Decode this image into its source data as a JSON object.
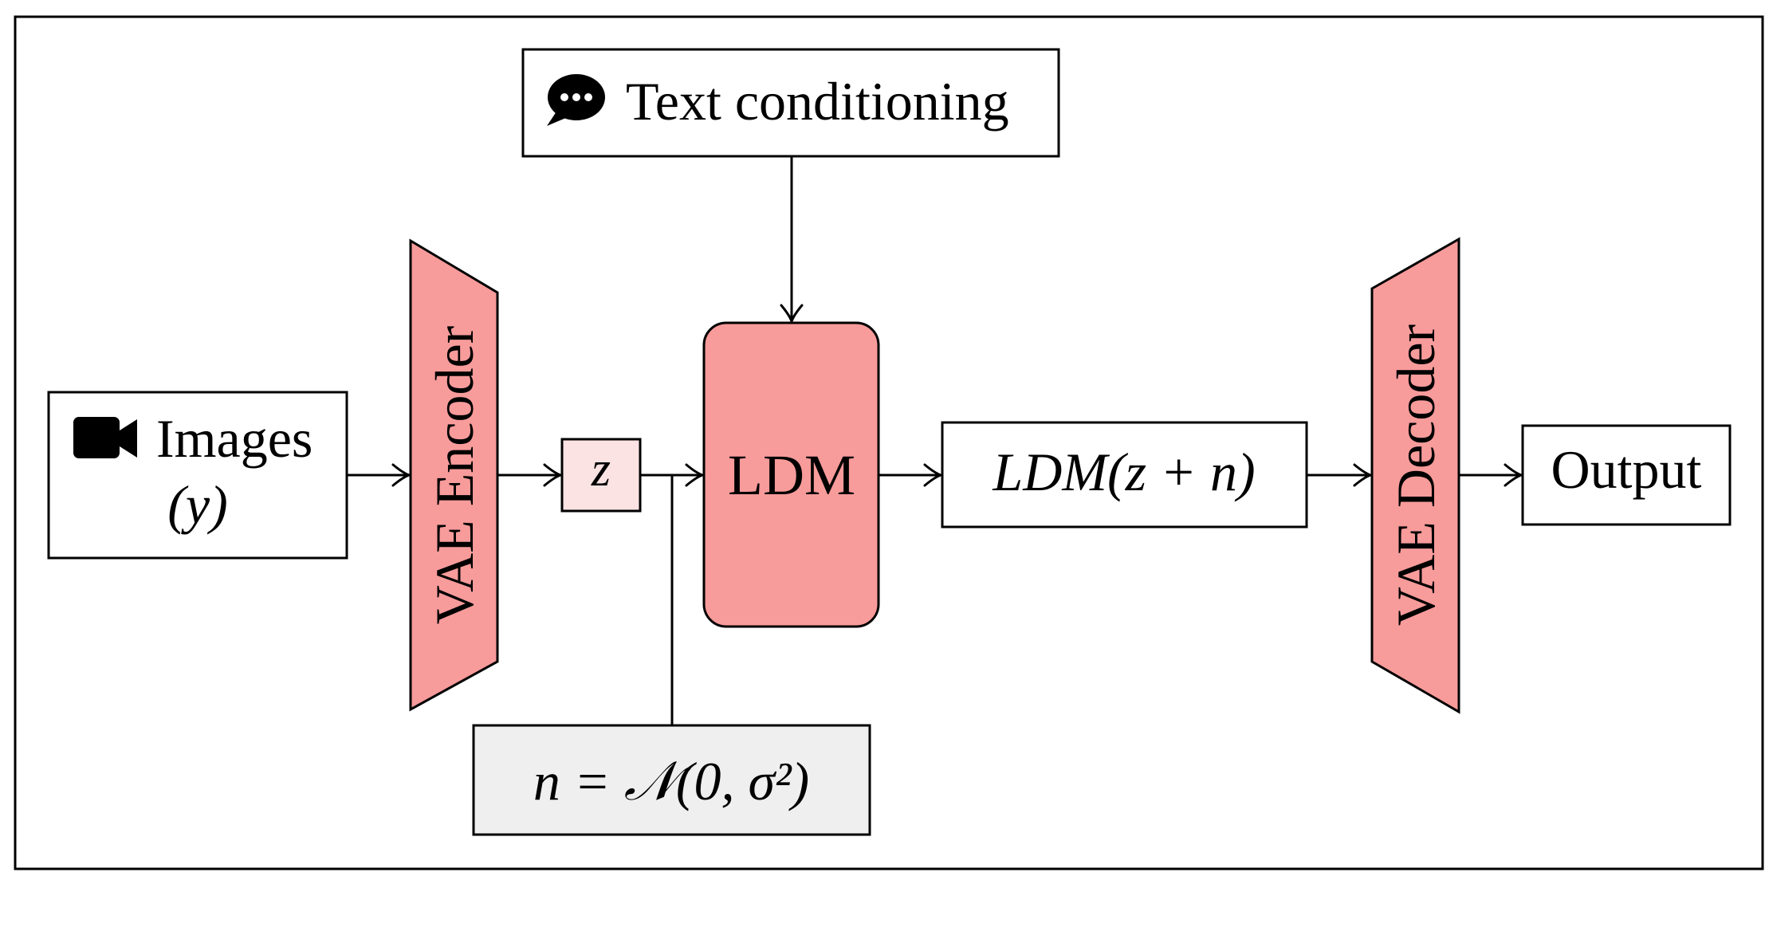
{
  "colors": {
    "block_fill": "#f89b9b",
    "latent_fill": "#fce3e3",
    "noise_fill": "#efefef",
    "stroke": "#000000"
  },
  "nodes": {
    "text_conditioning": {
      "icon": "chat-bubble-icon",
      "label": "Text conditioning"
    },
    "images": {
      "icon": "video-camera-icon",
      "line1": "Images",
      "line2": "(y)"
    },
    "vae_encoder": {
      "label": "VAE Encoder"
    },
    "latent": {
      "label": "z"
    },
    "ldm": {
      "label": "LDM"
    },
    "ldm_output": {
      "label": "LDM(z + n)"
    },
    "vae_decoder": {
      "label": "VAE Decoder"
    },
    "output": {
      "label": "Output"
    },
    "noise": {
      "label": "n = 𝒩(0, σ²)"
    }
  }
}
